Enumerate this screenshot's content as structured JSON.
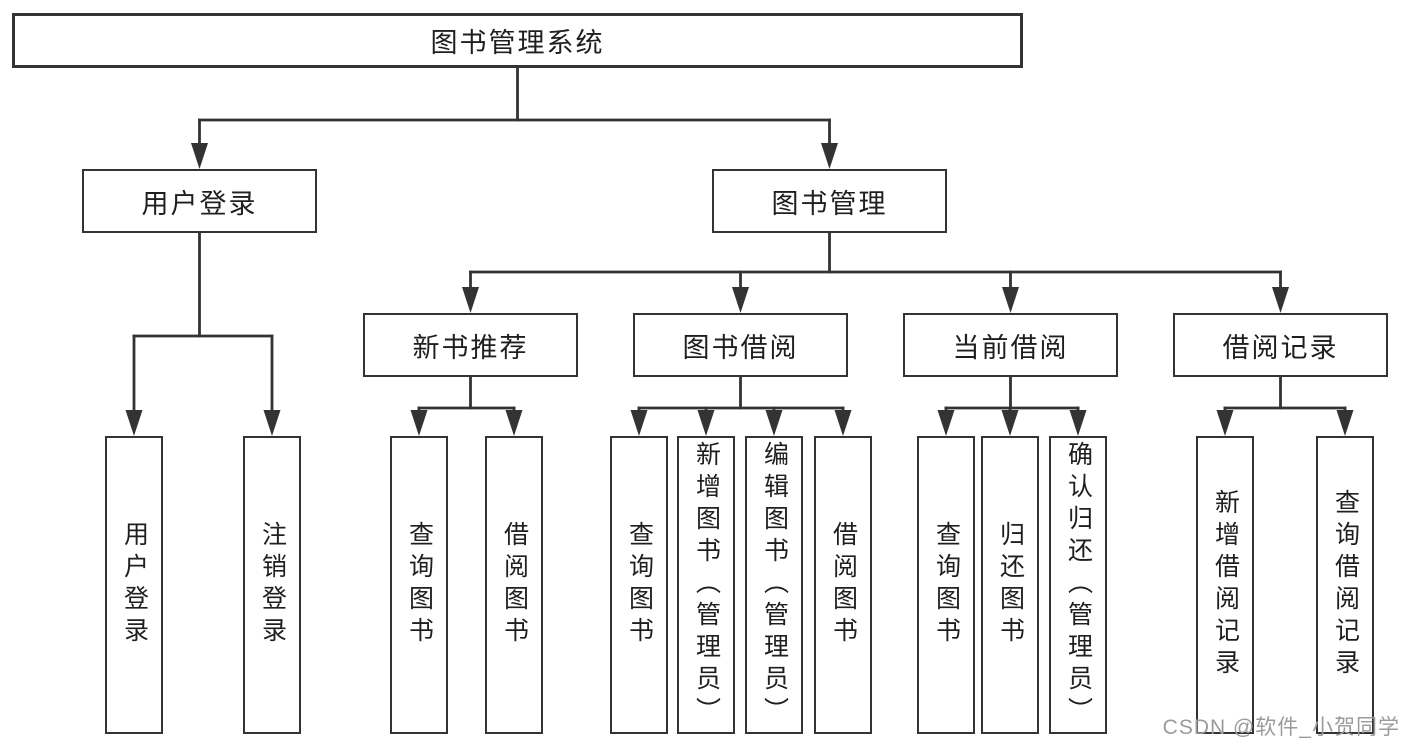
{
  "colors": {
    "line": "#333333",
    "text": "#1f1f1f",
    "watermark": "#9b9b9b",
    "background": "#ffffff"
  },
  "diagram": {
    "root": {
      "label": "图书管理系统"
    },
    "branches": [
      {
        "label": "用户登录",
        "children": [
          {
            "label": "用户登录"
          },
          {
            "label": "注销登录"
          }
        ]
      },
      {
        "label": "图书管理",
        "children": [
          {
            "label": "新书推荐",
            "children": [
              {
                "label": "查询图书"
              },
              {
                "label": "借阅图书"
              }
            ]
          },
          {
            "label": "图书借阅",
            "children": [
              {
                "label": "查询图书"
              },
              {
                "label": "新增图书（管理员）"
              },
              {
                "label": "编辑图书（管理员）"
              },
              {
                "label": "借阅图书"
              }
            ]
          },
          {
            "label": "当前借阅",
            "children": [
              {
                "label": "查询图书"
              },
              {
                "label": "归还图书"
              },
              {
                "label": "确认归还（管理员）"
              }
            ]
          },
          {
            "label": "借阅记录",
            "children": [
              {
                "label": "新增借阅记录"
              },
              {
                "label": "查询借阅记录"
              }
            ]
          }
        ]
      }
    ]
  },
  "watermark": {
    "text": "CSDN @软件_小贺同学"
  }
}
